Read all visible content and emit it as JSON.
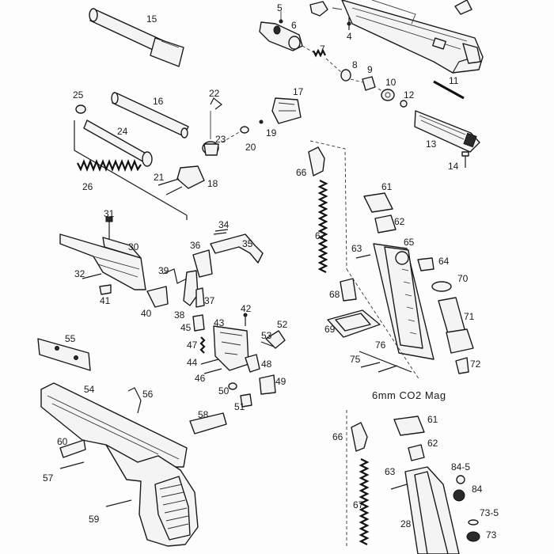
{
  "diagram": {
    "caption": "6mm CO2 Mag",
    "labels": {
      "p4": "4",
      "p5": "5",
      "p6": "6",
      "p7": "7",
      "p8": "8",
      "p9": "9",
      "p10": "10",
      "p11": "11",
      "p12": "12",
      "p13": "13",
      "p14": "14",
      "p15": "15",
      "p16": "16",
      "p17": "17",
      "p18": "18",
      "p19": "19",
      "p20": "20",
      "p21": "21",
      "p22": "22",
      "p23": "23",
      "p24": "24",
      "p25": "25",
      "p26": "26",
      "p28": "28",
      "p30": "30",
      "p31": "31",
      "p32": "32",
      "p34": "34",
      "p35": "35",
      "p36": "36",
      "p37": "37",
      "p38": "38",
      "p39": "39",
      "p40": "40",
      "p41": "41",
      "p42": "42",
      "p43": "43",
      "p44": "44",
      "p45": "45",
      "p46": "46",
      "p47": "47",
      "p48": "48",
      "p49": "49",
      "p50": "50",
      "p51": "51",
      "p52": "52",
      "p53": "53",
      "p54": "54",
      "p55": "55",
      "p56": "56",
      "p57": "57",
      "p58": "58",
      "p59": "59",
      "p60": "60",
      "p61a": "61",
      "p61b": "61",
      "p62a": "62",
      "p62b": "62",
      "p63a": "63",
      "p63b": "63",
      "p64": "64",
      "p65": "65",
      "p66a": "66",
      "p66b": "66",
      "p67a": "67",
      "p67b": "67",
      "p68": "68",
      "p69": "69",
      "p70": "70",
      "p71": "71",
      "p72": "72",
      "p73": "73",
      "p73_5": "73-5",
      "p75": "75",
      "p76": "76",
      "p84": "84",
      "p84_5": "84-5"
    }
  }
}
